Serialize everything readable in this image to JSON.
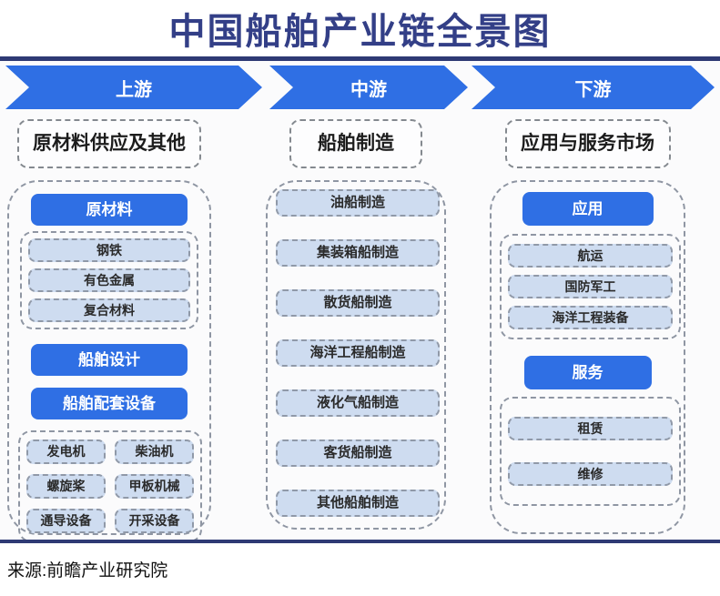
{
  "title": "中国船舶产业链全景图",
  "source": "来源:前瞻产业研究院",
  "stages": [
    {
      "label": "上游"
    },
    {
      "label": "中游"
    },
    {
      "label": "下游"
    }
  ],
  "upstream": {
    "heading": "原材料供应及其他",
    "raw_materials_header": "原材料",
    "raw_materials": [
      "钢铁",
      "有色金属",
      "复合材料"
    ],
    "ship_design_header": "船舶设计",
    "equipment_header": "船舶配套设备",
    "equipment": [
      "发电机",
      "柴油机",
      "螺旋桨",
      "甲板机械",
      "通导设备",
      "开采设备"
    ]
  },
  "midstream": {
    "heading": "船舶制造",
    "items": [
      "油船制造",
      "集装箱船制造",
      "散货船制造",
      "海洋工程船制造",
      "液化气船制造",
      "客货船制造",
      "其他船舶制造"
    ]
  },
  "downstream": {
    "heading": "应用与服务市场",
    "application_header": "应用",
    "applications": [
      "航运",
      "国防军工",
      "海洋工程装备"
    ],
    "service_header": "服务",
    "services": [
      "租赁",
      "维修"
    ]
  },
  "colors": {
    "accent_blue": "#2f6fe4",
    "navy_rule": "#2e3a74",
    "title_navy": "#333f87",
    "pill_blue": "#cedcf0"
  }
}
